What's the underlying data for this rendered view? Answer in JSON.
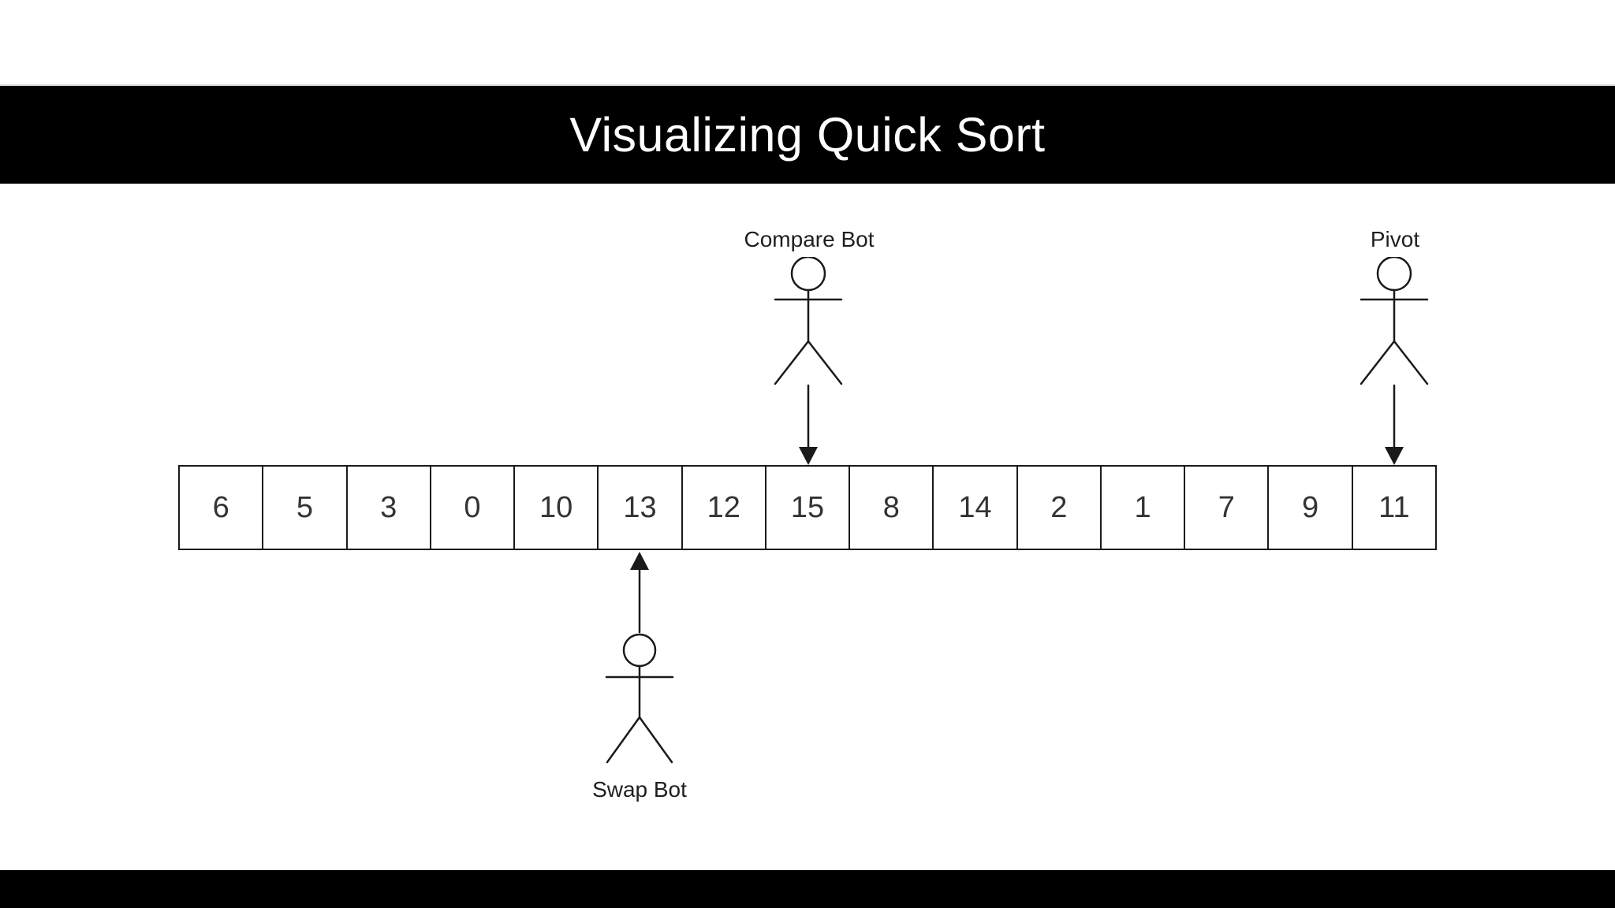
{
  "title": {
    "text": "Visualizing Quick Sort"
  },
  "array": {
    "values": [
      "6",
      "5",
      "3",
      "0",
      "10",
      "13",
      "12",
      "15",
      "8",
      "14",
      "2",
      "1",
      "7",
      "9",
      "11"
    ]
  },
  "actors": {
    "compare": {
      "label": "Compare Bot",
      "points_to_value": "15",
      "direction": "down"
    },
    "pivot": {
      "label": "Pivot",
      "points_to_value": "11",
      "direction": "down"
    },
    "swap": {
      "label": "Swap Bot",
      "points_to_value": "13",
      "direction": "up"
    }
  },
  "colors": {
    "banner_background": "#000000",
    "banner_text": "#ffffff",
    "diagram_line": "#1a1a1a",
    "cell_text": "#333333",
    "page_background": "#ffffff"
  }
}
